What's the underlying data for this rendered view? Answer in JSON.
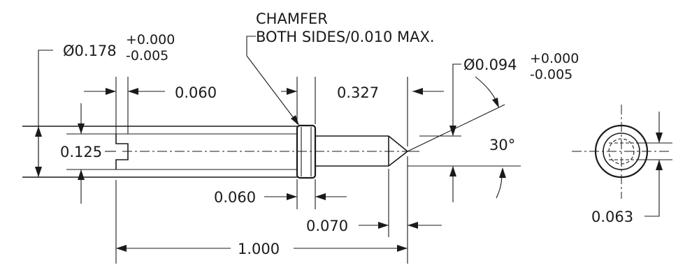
{
  "notes": {
    "chamfer_title": "CHAMFER",
    "chamfer_detail": "BOTH SIDES/0.010 MAX."
  },
  "dimensions": {
    "major_diameter": "Ø0.178",
    "major_tol_plus": "+0.000",
    "major_tol_minus": "-0.005",
    "minor_diameter": "Ø0.094",
    "minor_tol_plus": "+0.000",
    "minor_tol_minus": "-0.005",
    "groove_width": "0.060",
    "groove_diameter": "0.125",
    "collar_width": "0.060",
    "tip_length": "0.327",
    "collar_to_tip": "0.070",
    "overall_length": "1.000",
    "angle": "30°",
    "end_view_dim": "0.063"
  }
}
